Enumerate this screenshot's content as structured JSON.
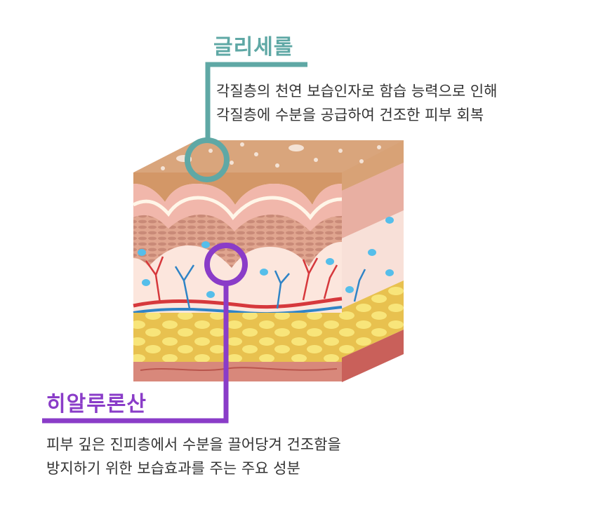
{
  "callouts": [
    {
      "id": "glycerol",
      "title": "글리세롤",
      "lines": [
        "각질층의 천연 보습인자로 함습 능력으로 인해",
        "각질층에 수분을 공급하여 건조한 피부 회복"
      ],
      "color": "#5FA8A5"
    },
    {
      "id": "hyaluronic",
      "title": "히알루론산",
      "lines": [
        "피부 깊은 진피층에서 수분을 끌어당겨 건조함을",
        "방지하기 위한 보습효과를 주는 주요 성분"
      ],
      "color": "#8A3CC8"
    }
  ],
  "colors": {
    "text": "#333333",
    "stratum": "#D6A073",
    "epidermis_pink": "#F2B9AE",
    "papillary": "#E9A49A",
    "dermis_light": "#FBE3DA",
    "fat_yellow": "#F7E36A",
    "fat_bg": "#E9C24F",
    "muscle": "#D27A6D",
    "artery": "#D6383C",
    "vein": "#2F84C6",
    "water_drop": "#55BEEA"
  }
}
